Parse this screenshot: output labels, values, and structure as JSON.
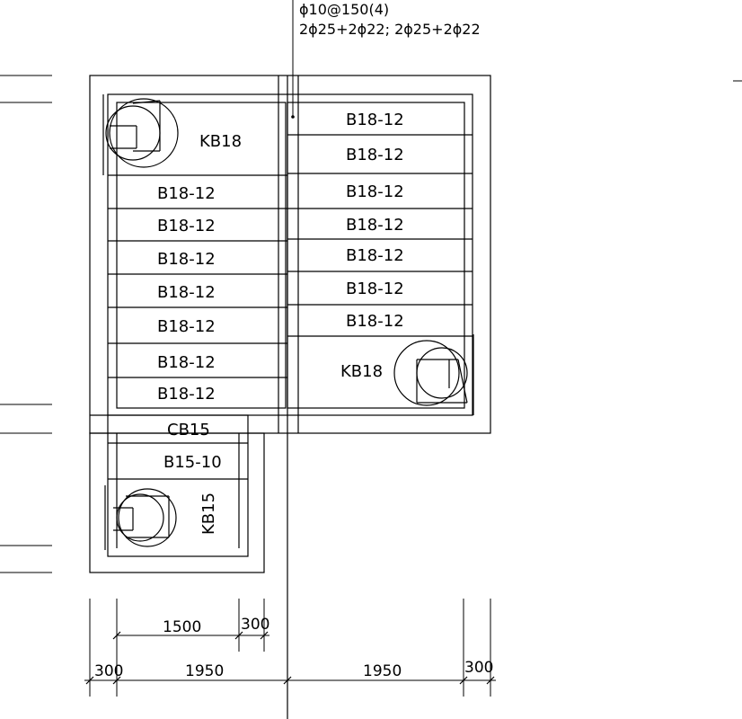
{
  "note": {
    "line1": "ϕ10@150(4)",
    "line2": "2ϕ25+2ϕ22; 2ϕ25+2ϕ22"
  },
  "slabs": {
    "left_top": "KB18",
    "left_rows": [
      "B18-12",
      "B18-12",
      "B18-12",
      "B18-12",
      "B18-12",
      "B18-12",
      "B18-12"
    ],
    "right_rows": [
      "B18-12",
      "B18-12",
      "B18-12",
      "B18-12",
      "B18-12",
      "B18-12",
      "B18-12"
    ],
    "right_bottom": "KB18",
    "cover_beam": "CB15",
    "small_row": "B15-10",
    "small_opening": "KB15"
  },
  "dimensions": {
    "top_row": [
      "1500",
      "300"
    ],
    "bottom_row": [
      "300",
      "1950",
      "1950",
      "300"
    ]
  }
}
